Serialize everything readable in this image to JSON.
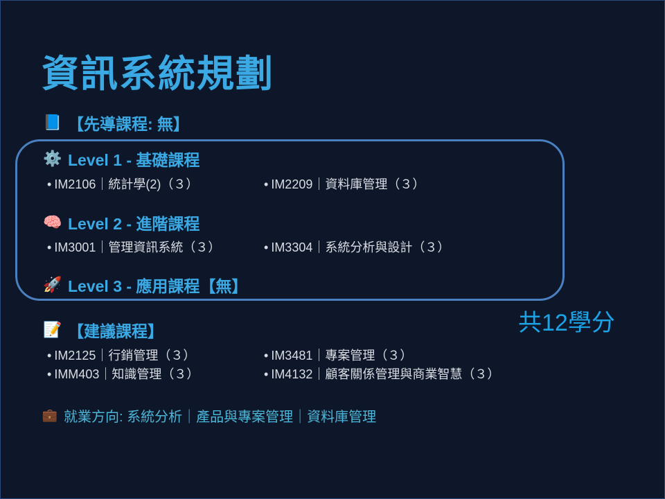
{
  "title": "資訊系統規劃",
  "prerequisite": {
    "icon": "book-icon",
    "label": "【先導課程: 無】"
  },
  "levels": [
    {
      "icon": "gear-icon",
      "label": "Level 1 - 基礎課程",
      "courses": [
        "IM2106｜統計學(2)（３）",
        "IM2209｜資料庫管理（３）"
      ]
    },
    {
      "icon": "brain-icon",
      "label": "Level 2 - 進階課程",
      "courses": [
        "IM3001｜管理資訊系統（３）",
        "IM3304｜系統分析與設計（３）"
      ]
    },
    {
      "icon": "rocket-icon",
      "label": "Level 3 - 應用課程【無】",
      "courses": []
    }
  ],
  "total_credits": "共12學分",
  "suggested": {
    "icon": "memo-icon",
    "label": "【建議課程】",
    "courses": [
      "IM2125｜行銷管理（３）",
      "IM3481｜專案管理（３）",
      "IMM403｜知識管理（３）",
      "IM4132｜顧客關係管理與商業智慧（３）"
    ]
  },
  "career": {
    "icon": "briefcase-icon",
    "label": "就業方向: 系統分析｜產品與專案管理｜資料庫管理"
  },
  "bullet": "•"
}
